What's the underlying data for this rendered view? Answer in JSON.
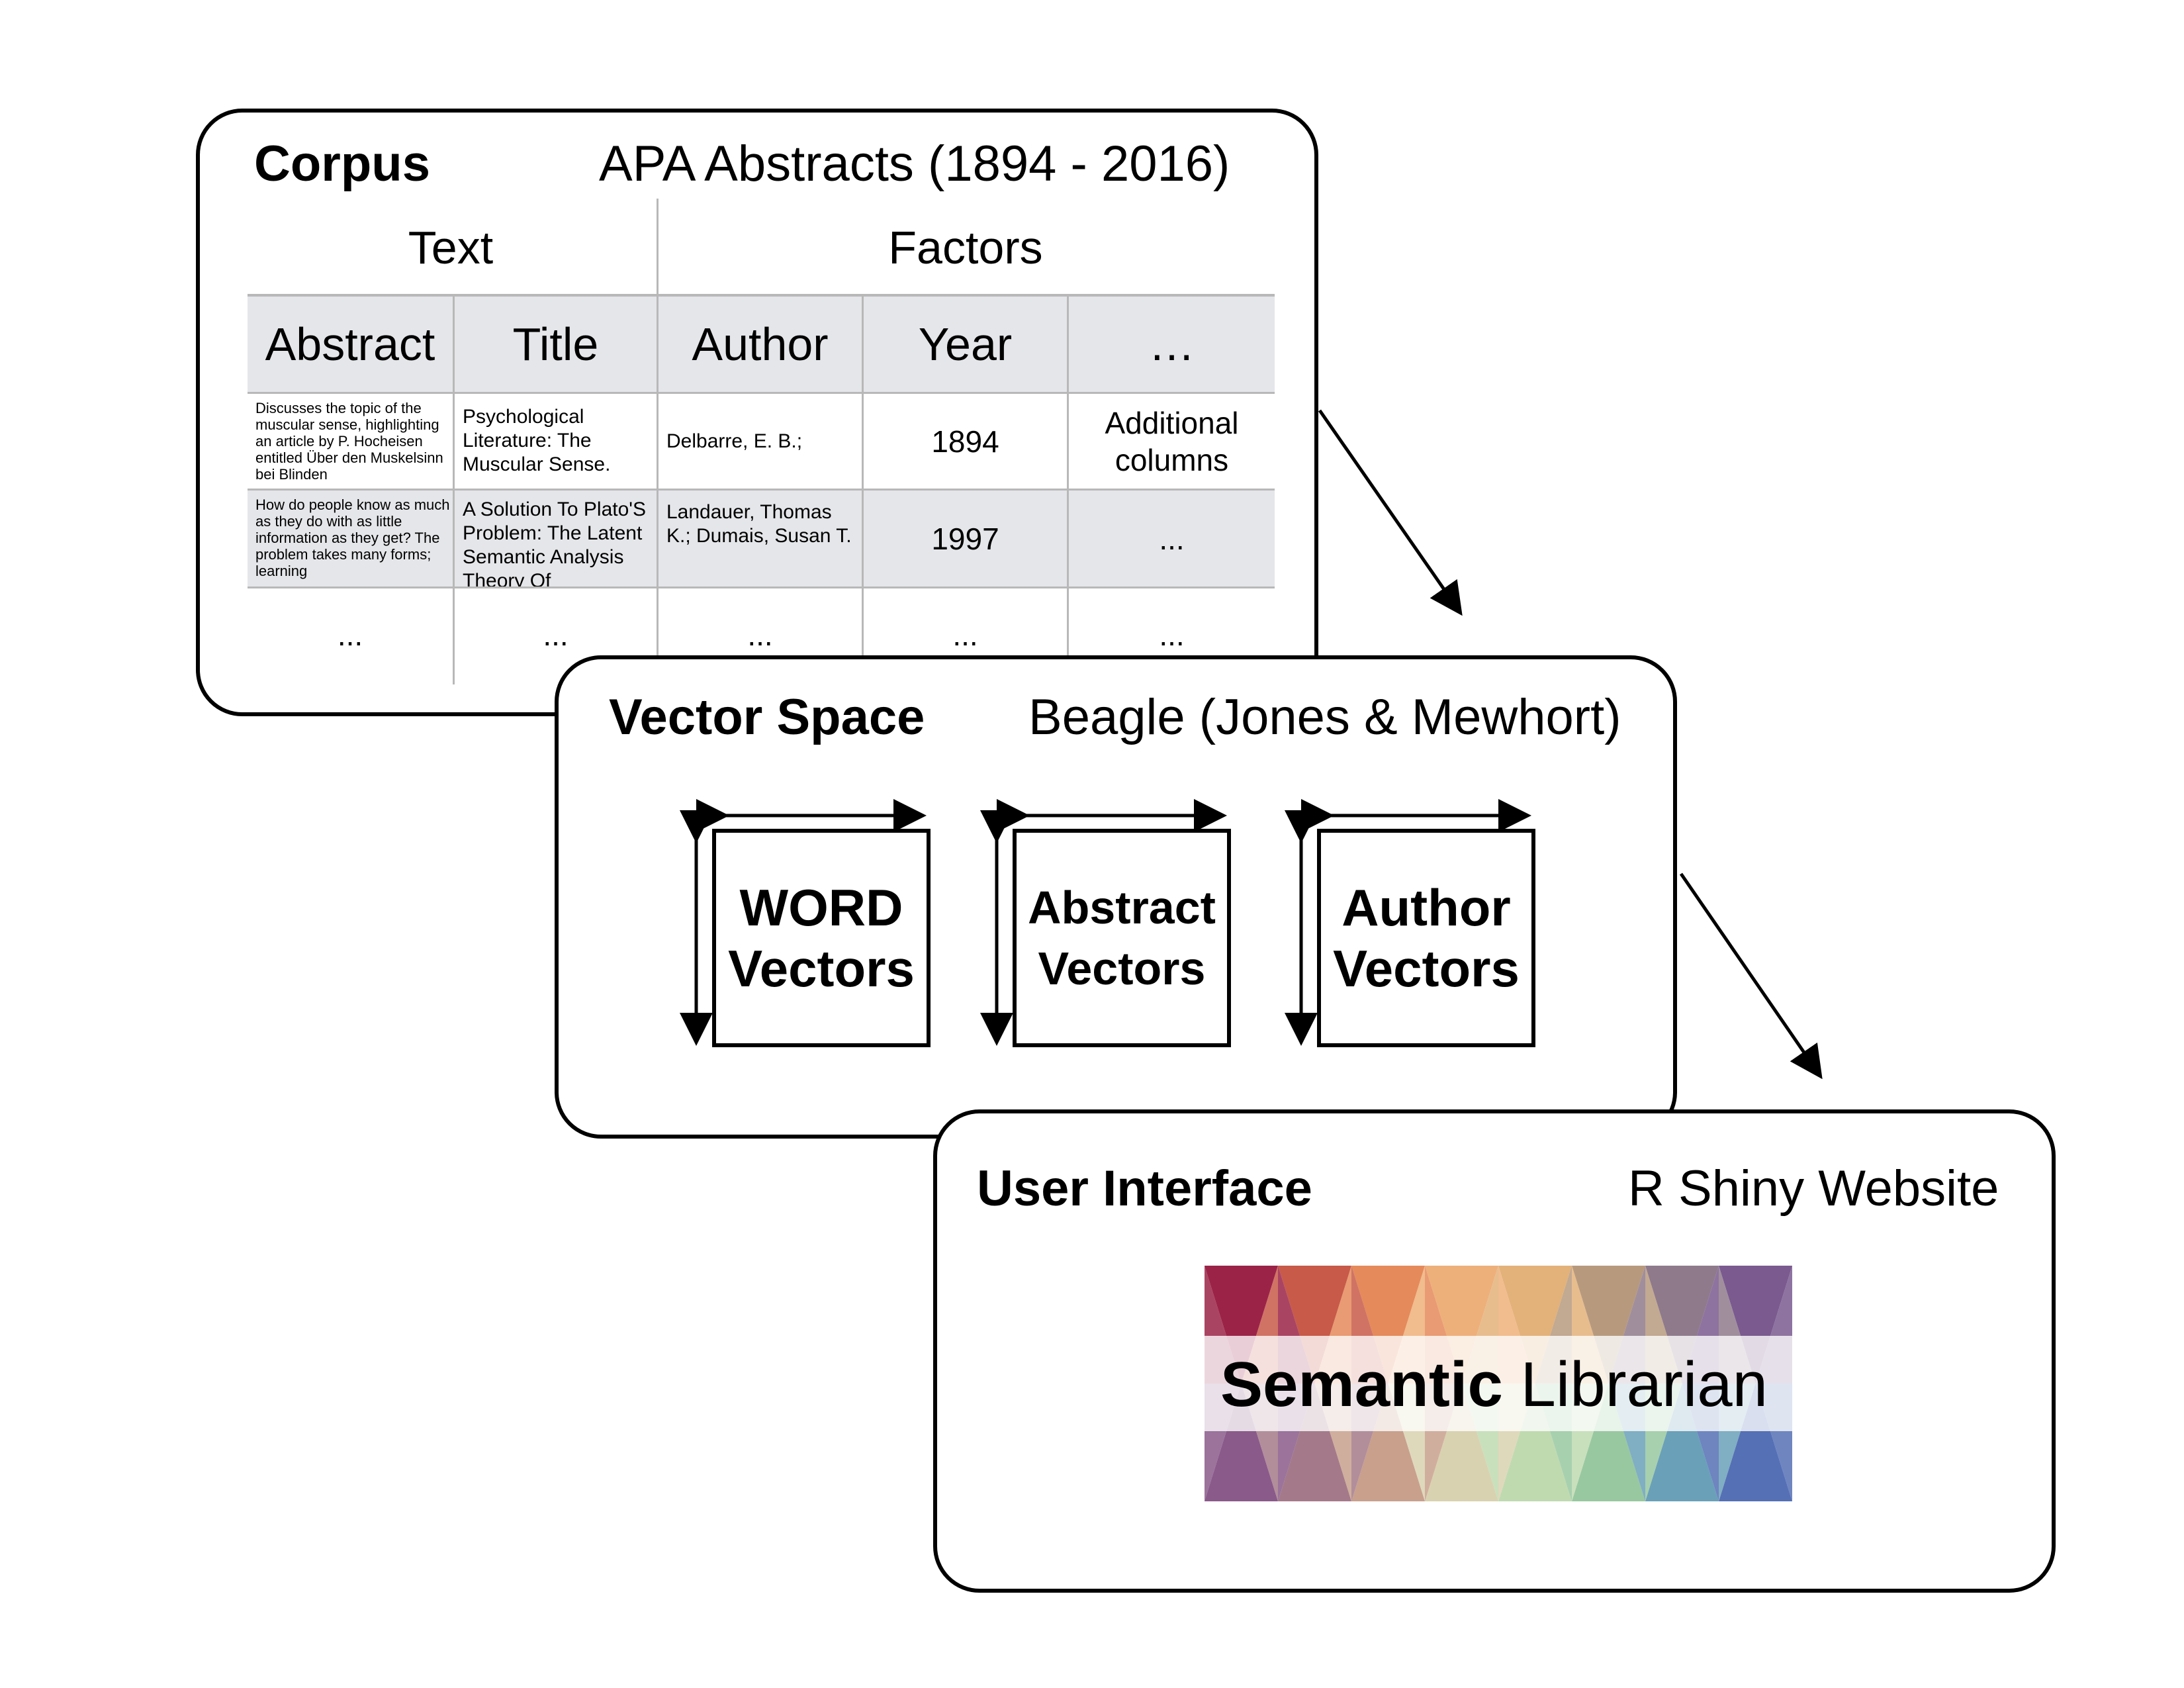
{
  "corpus": {
    "label": "Corpus",
    "source": "APA Abstracts (1894 - 2016)",
    "group_text": "Text",
    "group_factors": "Factors",
    "columns": [
      "Abstract",
      "Title",
      "Author",
      "Year",
      "…"
    ],
    "rows": [
      {
        "abstract": "Discusses the topic of the muscular sense, highlighting an article by P. Hocheisen entitled Über den Muskelsinn bei Blinden",
        "title": "Psychological Literature: The Muscular Sense.",
        "author": "Delbarre, E. B.;",
        "year": "1894",
        "extra": "Additional columns"
      },
      {
        "abstract": "How do people know as much as they do with as little information as they get? The problem takes many forms; learning",
        "title": "A Solution To Plato'S Problem: The Latent Semantic Analysis Theory Of",
        "author": "Landauer, Thomas K.; Dumais, Susan T.",
        "year": "1997",
        "extra": "..."
      },
      {
        "abstract": "...",
        "title": "...",
        "author": "...",
        "year": "...",
        "extra": "..."
      }
    ]
  },
  "vector_space": {
    "label": "Vector Space",
    "source": "Beagle (Jones & Mewhort)",
    "boxes": [
      {
        "line1": "WORD",
        "line2": "Vectors"
      },
      {
        "line1": "Abstract",
        "line2": "Vectors"
      },
      {
        "line1": "Author",
        "line2": "Vectors"
      }
    ]
  },
  "user_interface": {
    "label": "User Interface",
    "source": "R Shiny Website",
    "logo_bold": "Semantic",
    "logo_regular": " Librarian",
    "logo_colors": [
      "#9b2348",
      "#c85a49",
      "#e58a5a",
      "#eeb07a",
      "#e3b27a",
      "#b79a7e",
      "#8f7a8c",
      "#7a5a8f",
      "#8a5a8a",
      "#a47a8a",
      "#c8a08c",
      "#d9d2b0",
      "#c0dab0",
      "#98c8a0",
      "#6aa0b8",
      "#5570b5"
    ]
  }
}
